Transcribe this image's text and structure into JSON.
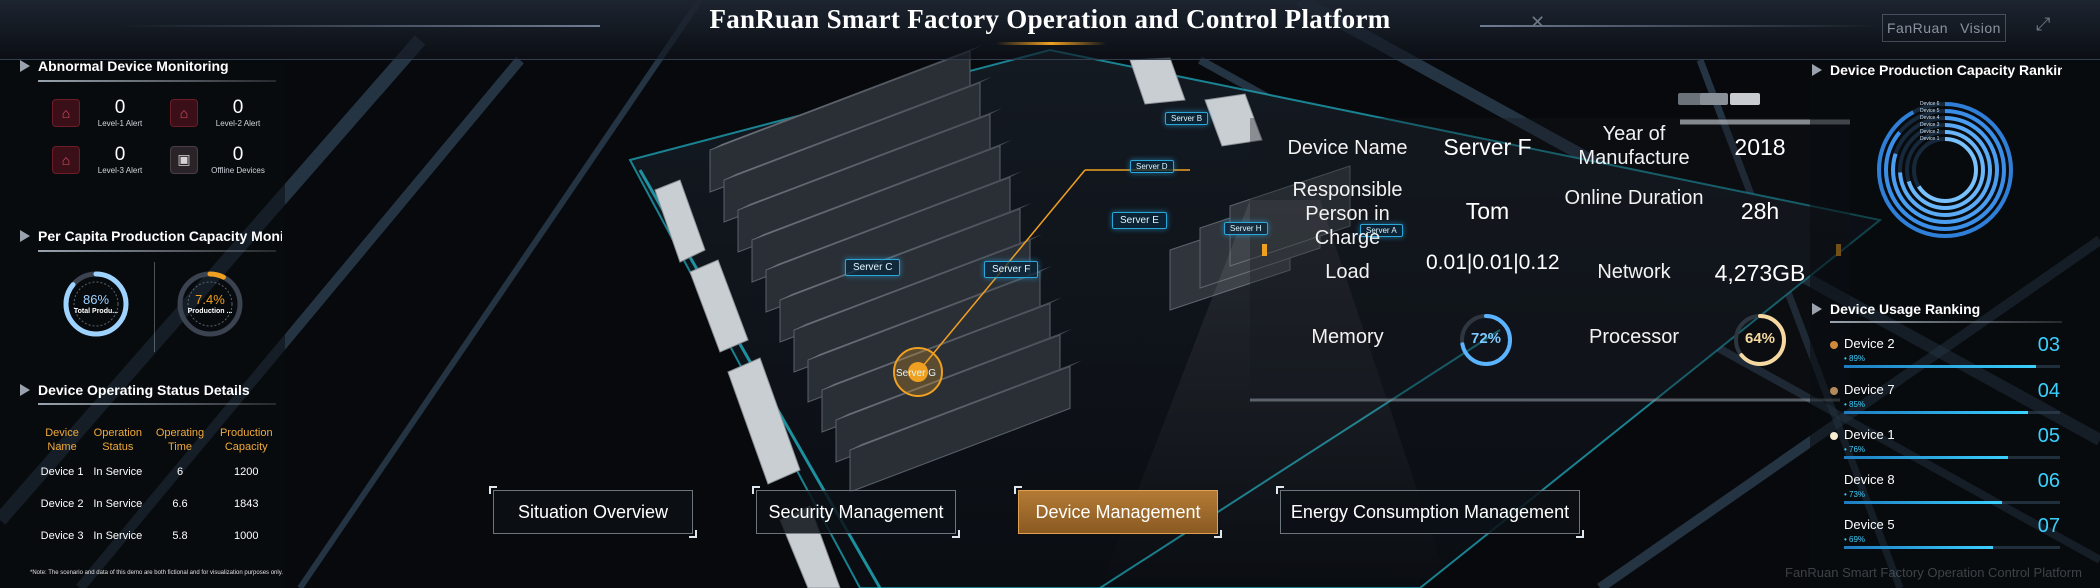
{
  "header": {
    "title": "FanRuan Smart Factory Operation and Control Platform",
    "brand_left": "FanRuan",
    "brand_right": "Vision"
  },
  "abnormal": {
    "title": "Abnormal Device Monitoring",
    "alerts": [
      {
        "value": "0",
        "label": "Level-1 Alert"
      },
      {
        "value": "0",
        "label": "Level-2 Alert"
      },
      {
        "value": "0",
        "label": "Level-3 Alert"
      },
      {
        "value": "0",
        "label": "Offline Devices"
      }
    ]
  },
  "per_capita": {
    "title": "Per Capita Production Capacity Monito",
    "gauges": [
      {
        "value_text": "86%",
        "value": 0.86,
        "label": "Total Produ...",
        "color": "#9fd3ff"
      },
      {
        "value_text": "7.4%",
        "value": 0.074,
        "label": "Production ...",
        "color": "#f0a020"
      }
    ]
  },
  "status_details": {
    "title": "Device Operating Status Details",
    "columns": [
      "Device Name",
      "Operation Status",
      "Operating Time",
      "Production Capacity"
    ],
    "rows": [
      [
        "Device 1",
        "In Service",
        "6",
        "1200"
      ],
      [
        "Device 2",
        "In Service",
        "6.6",
        "1843"
      ],
      [
        "Device 3",
        "In Service",
        "5.8",
        "1000"
      ]
    ]
  },
  "footnote": "*Note: The scenario and data of this demo are both fictional and for visualization purposes only.",
  "servers": [
    "Server B",
    "Server D",
    "Server E",
    "Server H",
    "Server A",
    "Server C",
    "Server F",
    "Server G"
  ],
  "device_info": {
    "name_label": "Device Name",
    "name_value": "Server F",
    "year_label": "Year of Manufacture",
    "year_value": "2018",
    "person_label": "Responsible Person in Charge",
    "person_value": "Tom",
    "online_label": "Online Duration",
    "online_value": "28h",
    "load_label": "Load",
    "load_value": "0.01|0.01|0.12",
    "network_label": "Network",
    "network_value": "4,273GB",
    "memory_label": "Memory",
    "memory_text": "72%",
    "memory_value": 0.72,
    "processor_label": "Processor",
    "processor_text": "64%",
    "processor_value": 0.64
  },
  "nav": {
    "situation": "Situation Overview",
    "security": "Security Management",
    "device": "Device Management",
    "energy": "Energy Consumption Management"
  },
  "capacity_ranking": {
    "title": "Device Production Capacity Ranking",
    "legend": [
      "Device 6",
      "Device 5",
      "Device 4",
      "Device 3",
      "Device 2",
      "Device 1"
    ]
  },
  "usage_ranking": {
    "title": "Device Usage Ranking",
    "items": [
      {
        "name": "Device 2",
        "pct": "• 89%",
        "value": 0.89,
        "rank": "03",
        "dot": "#d08a3a"
      },
      {
        "name": "Device 7",
        "pct": "• 85%",
        "value": 0.85,
        "rank": "04",
        "dot": "#b38a5a"
      },
      {
        "name": "Device 1",
        "pct": "• 76%",
        "value": 0.76,
        "rank": "05",
        "dot": "#f7ecd0"
      },
      {
        "name": "Device 8",
        "pct": "• 73%",
        "value": 0.73,
        "rank": "06",
        "dot": "transparent"
      },
      {
        "name": "Device 5",
        "pct": "• 69%",
        "value": 0.69,
        "rank": "07",
        "dot": "transparent"
      }
    ]
  },
  "watermark": "FanRuan Smart Factory Operation Control Platform",
  "colors": {
    "accent": "#f0a020",
    "cyan": "#3ad0ff",
    "alert": "#e0506a"
  }
}
